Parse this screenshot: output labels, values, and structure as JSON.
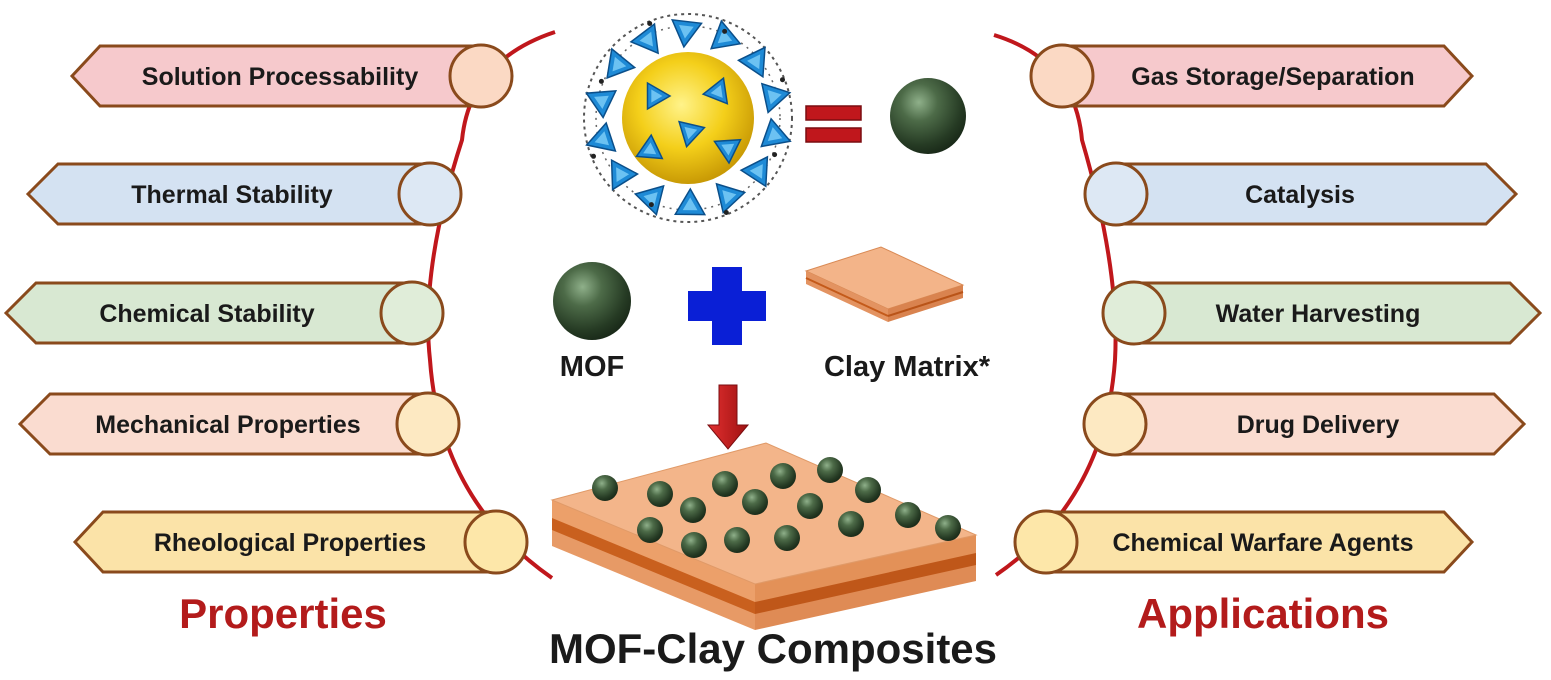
{
  "properties": {
    "heading": "Properties",
    "items": [
      {
        "label": "Solution Processability",
        "fill": "#f6c9cc",
        "circle": "#fbd9c4"
      },
      {
        "label": "Thermal Stability",
        "fill": "#d4e2f2",
        "circle": "#dde8f4"
      },
      {
        "label": "Chemical Stability",
        "fill": "#d8e8d2",
        "circle": "#e0edd9"
      },
      {
        "label": "Mechanical Properties",
        "fill": "#fadcd0",
        "circle": "#fde9c2"
      },
      {
        "label": "Rheological Properties",
        "fill": "#fbe3a8",
        "circle": "#fde7a9"
      }
    ]
  },
  "applications": {
    "heading": "Applications",
    "items": [
      {
        "label": "Gas Storage/Separation",
        "fill": "#f6c9cc",
        "circle": "#fbd9c4"
      },
      {
        "label": "Catalysis",
        "fill": "#d4e2f2",
        "circle": "#dde8f4"
      },
      {
        "label": "Water Harvesting",
        "fill": "#d8e8d2",
        "circle": "#e0edd9"
      },
      {
        "label": "Drug Delivery",
        "fill": "#fadcd0",
        "circle": "#fde9c2"
      },
      {
        "label": "Chemical Warfare Agents",
        "fill": "#fbe3a8",
        "circle": "#fde7a9"
      }
    ]
  },
  "center": {
    "mof_label": "MOF",
    "clay_label": "Clay Matrix*",
    "title": "MOF-Clay Composites"
  },
  "colors": {
    "arc": "#c0171c",
    "tag_border": "#8a4a1c",
    "heading_red": "#b31b1b",
    "plus_blue": "#0a1fd6",
    "equals_red": "#c0171c",
    "sphere_green": "#2e4a2c",
    "clay_light": "#f0a977",
    "clay_dark": "#c9601e"
  }
}
